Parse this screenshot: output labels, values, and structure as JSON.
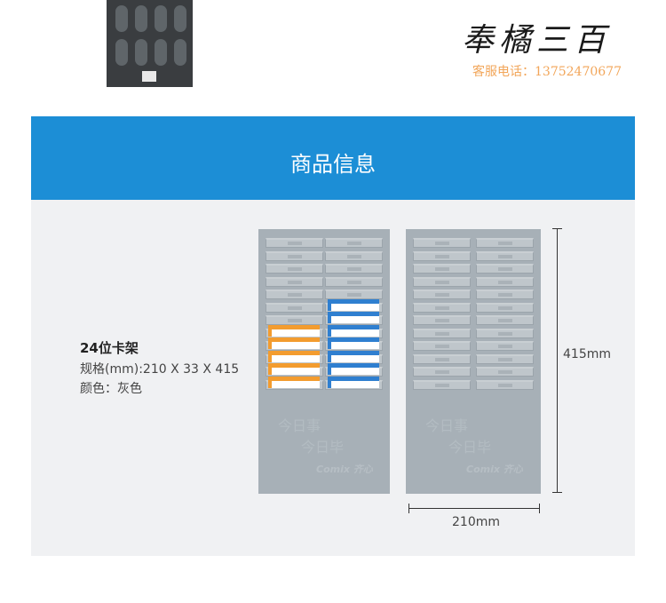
{
  "brand": {
    "name": "奉橘三百",
    "service_label": "客服电话：",
    "phone": "13752470677"
  },
  "banner": {
    "title": "商品信息"
  },
  "product": {
    "name": "24位卡架",
    "spec": "规格(mm):210 X 33 X 415",
    "color": "颜色：灰色"
  },
  "rack_emboss": {
    "line1": "今日事",
    "line2": "今日毕",
    "logo": "Comix 齐心"
  },
  "dimensions": {
    "height": "415mm",
    "width": "210mm"
  },
  "colors": {
    "banner": "#1c8ed6",
    "panel": "#f0f1f3",
    "rack": "#a7b0b7",
    "card_orange": "#f39c2f",
    "card_blue": "#2f7fd0"
  }
}
